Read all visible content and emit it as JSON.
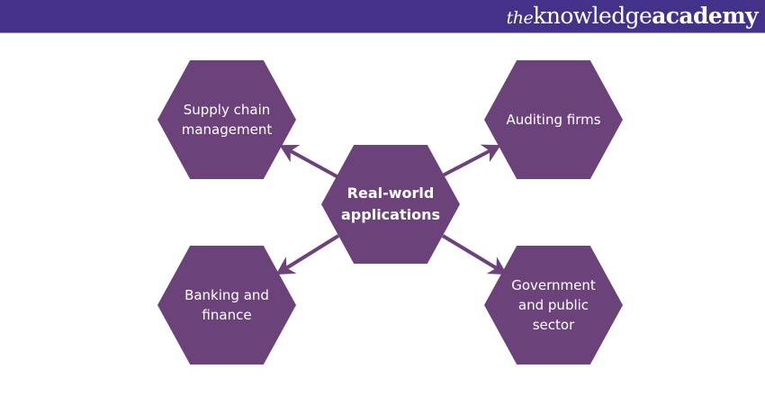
{
  "header": {
    "brand": {
      "the": "the",
      "knowledge": "knowledge",
      "academy": "academy"
    },
    "background_color": "#44318a"
  },
  "diagram": {
    "fill_color": "#6b4279",
    "arrow_color": "#6b4279",
    "center": {
      "label": "Real-world\napplications"
    },
    "nodes": [
      {
        "id": "supply-chain",
        "label": "Supply chain\nmanagement",
        "position": "top-left"
      },
      {
        "id": "auditing",
        "label": "Auditing firms",
        "position": "top-right"
      },
      {
        "id": "banking",
        "label": "Banking and\nfinance",
        "position": "bottom-left"
      },
      {
        "id": "government",
        "label": "Government\nand public\nsector",
        "position": "bottom-right"
      }
    ]
  }
}
